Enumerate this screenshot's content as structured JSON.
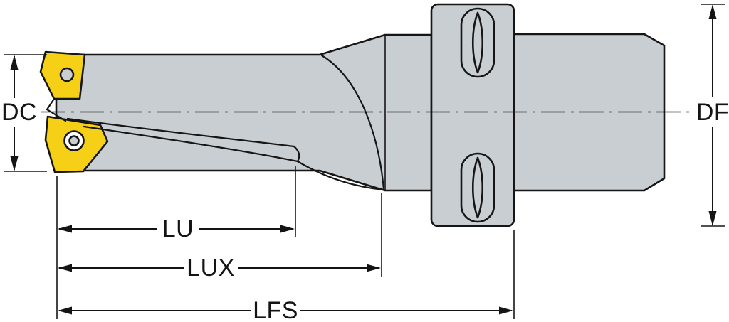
{
  "diagram": {
    "type": "technical-drawing",
    "dimension_labels": {
      "dc": "DC",
      "df": "DF",
      "lu": "LU",
      "lux": "LUX",
      "lfs": "LFS"
    },
    "colors": {
      "background": "#ffffff",
      "body": "#c9ced2",
      "insert": "#f6cf17",
      "outline": "#161616",
      "screw_hole": "#ffffff"
    }
  }
}
